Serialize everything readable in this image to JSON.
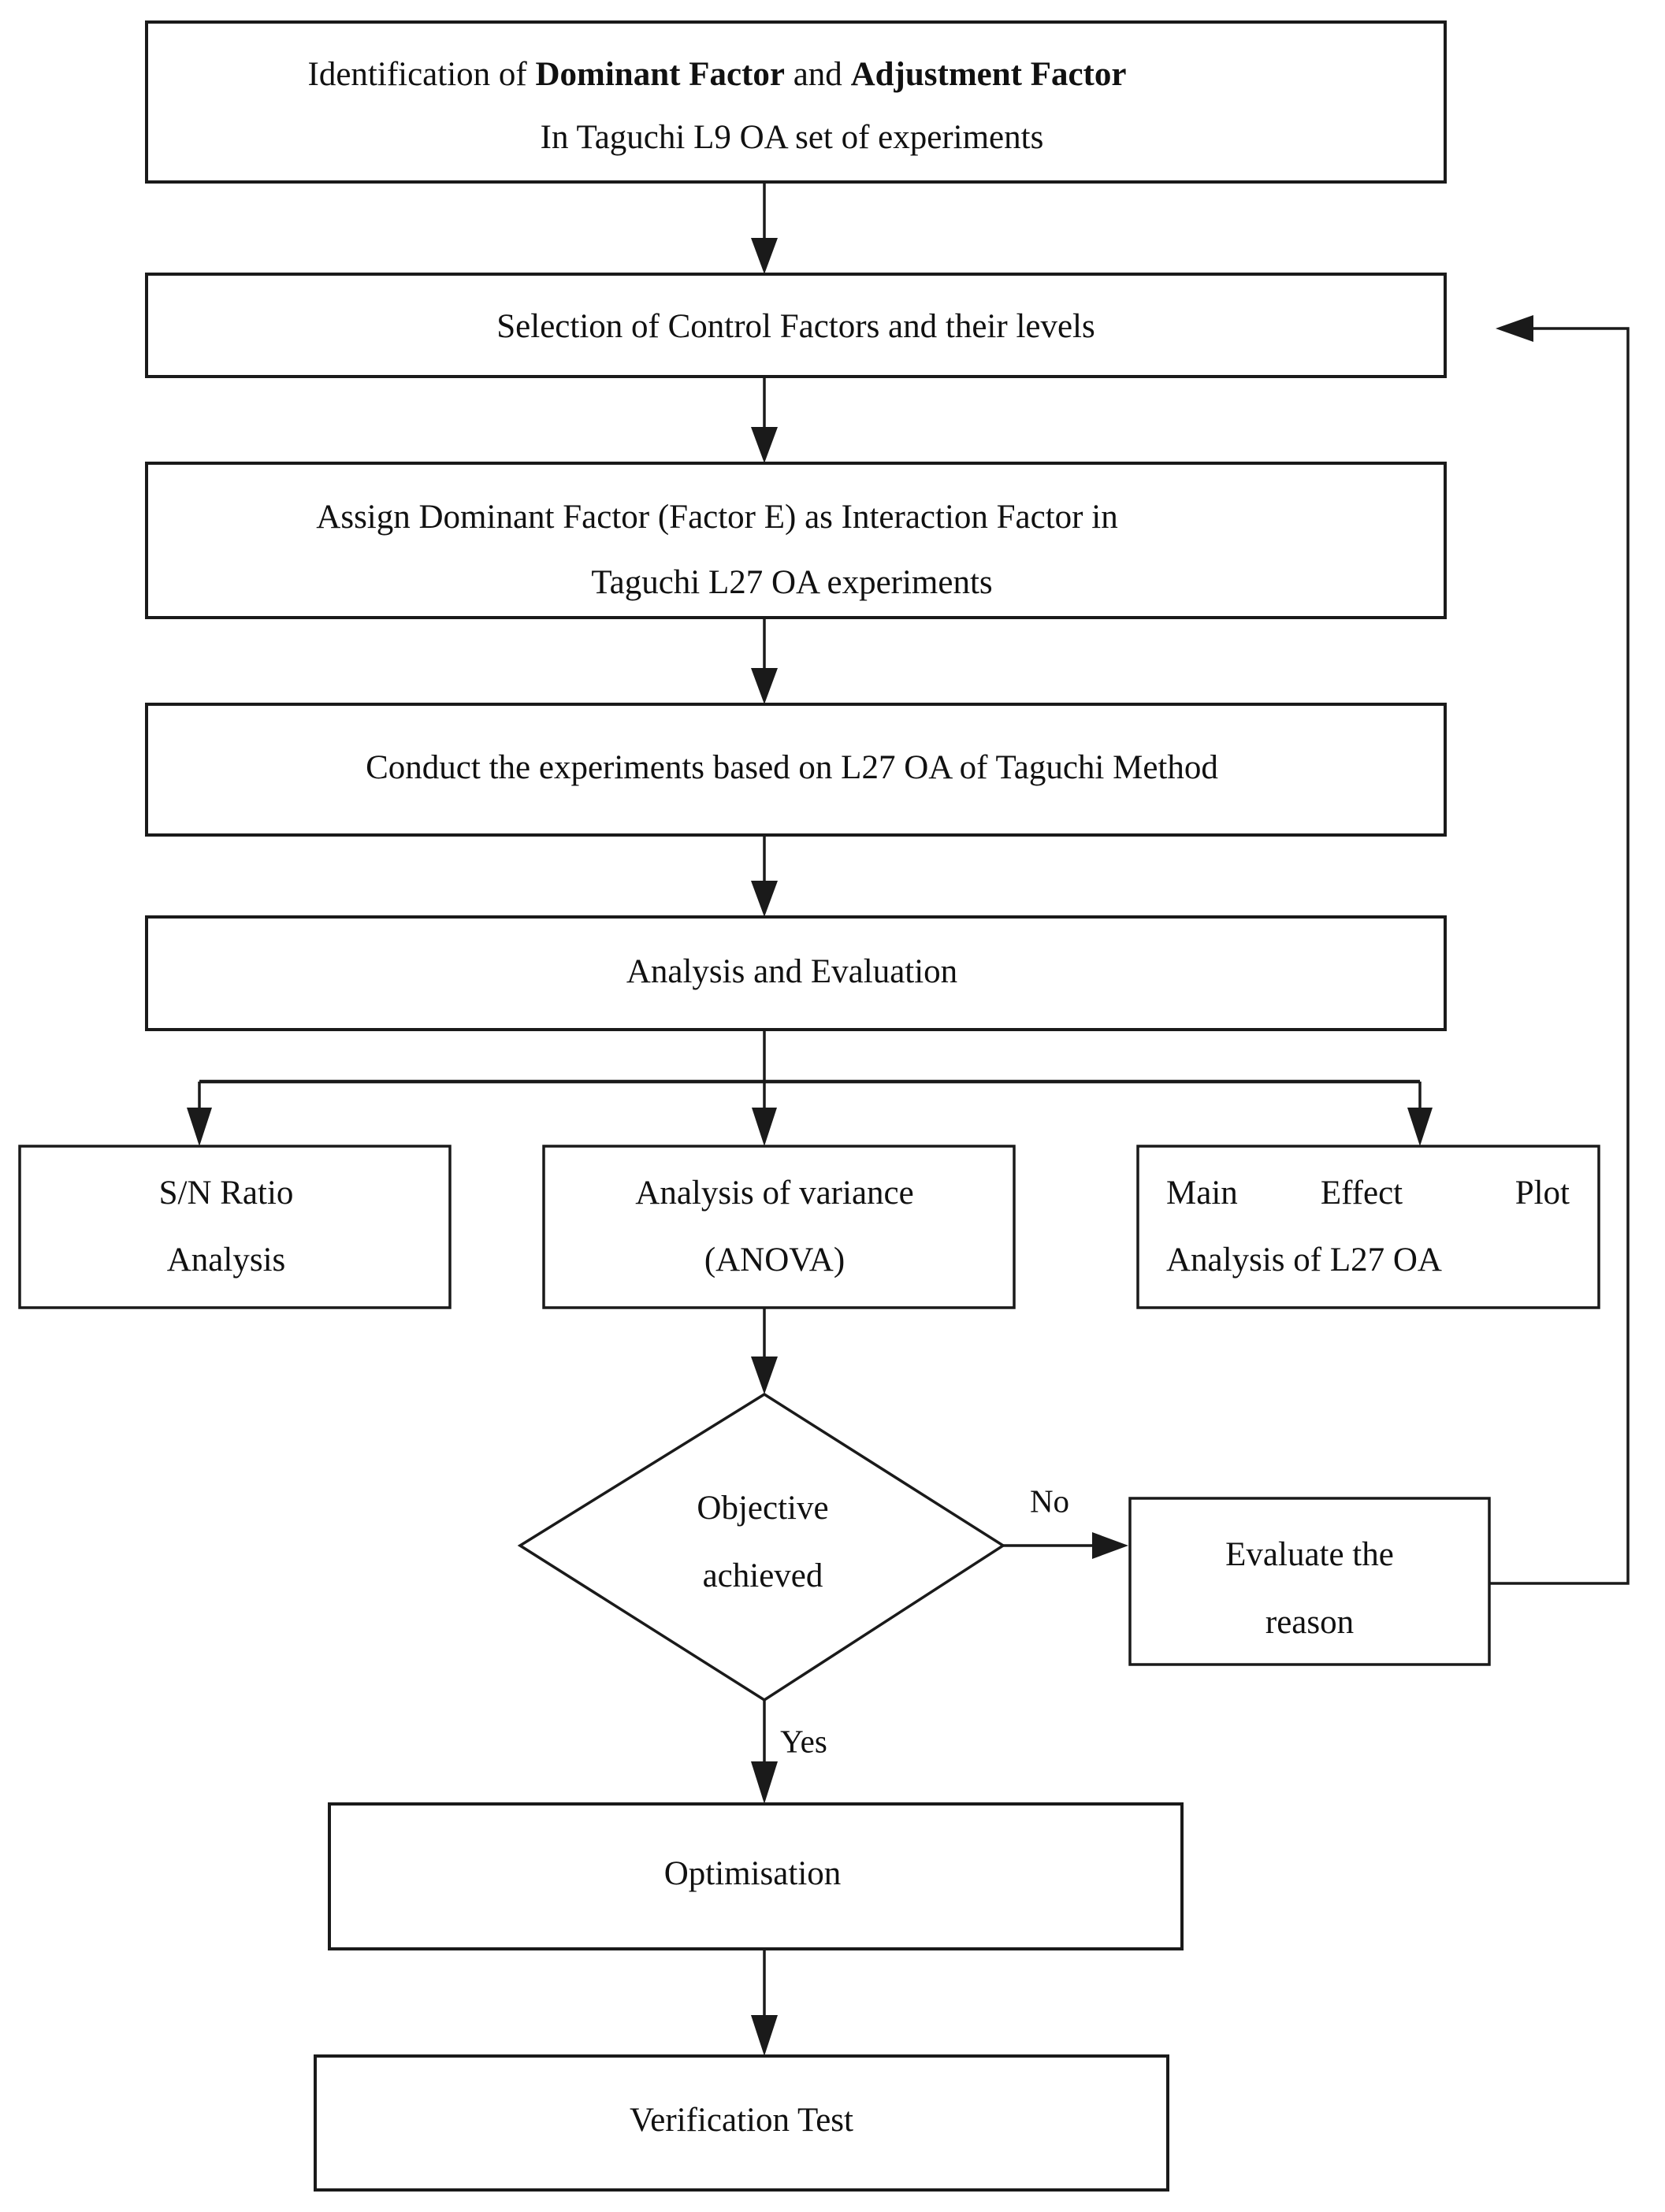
{
  "diagram": {
    "type": "flowchart",
    "title": "Taguchi Method Experimental Optimisation Flowchart",
    "nodes": [
      {
        "id": "identification",
        "shape": "process",
        "lines": [
          "Identification of Dominant Factor and Adjustment Factor",
          "In Taguchi L9 OA set of experiments"
        ],
        "line1_pre": "Identification of ",
        "line1_bold1": "Dominant Factor",
        "line1_mid": " and ",
        "line1_bold2": "Adjustment Factor",
        "line2": "In Taguchi L9 OA set of experiments"
      },
      {
        "id": "selection",
        "shape": "process",
        "line1": "Selection of Control Factors and their levels"
      },
      {
        "id": "assign",
        "shape": "process",
        "line1": "Assign Dominant Factor (Factor E) as Interaction Factor in",
        "line2": "Taguchi L27 OA experiments"
      },
      {
        "id": "conduct",
        "shape": "process",
        "line1": "Conduct the experiments based on L27 OA of Taguchi Method"
      },
      {
        "id": "analysis",
        "shape": "process",
        "line1": "Analysis and Evaluation"
      },
      {
        "id": "sn-ratio",
        "shape": "process",
        "line1": "S/N Ratio",
        "line2": "Analysis"
      },
      {
        "id": "anova",
        "shape": "process",
        "line1": "Analysis of variance",
        "line2": "(ANOVA)"
      },
      {
        "id": "main-effect",
        "shape": "process",
        "line1_a": "Main",
        "line1_b": "Effect",
        "line1_c": "Plot",
        "line2": "Analysis of L27 OA"
      },
      {
        "id": "objective",
        "shape": "decision",
        "line1": "Objective",
        "line2": "achieved"
      },
      {
        "id": "evaluate",
        "shape": "process",
        "line1": "Evaluate the",
        "line2": "reason"
      },
      {
        "id": "optimisation",
        "shape": "process",
        "line1": "Optimisation"
      },
      {
        "id": "verification",
        "shape": "process",
        "line1": "Verification Test"
      }
    ],
    "edge_labels": {
      "no": "No",
      "yes": "Yes"
    },
    "colors": {
      "stroke": "#1a1a1a",
      "fill": "#ffffff",
      "text": "#111111",
      "background": "#ffffff"
    }
  }
}
